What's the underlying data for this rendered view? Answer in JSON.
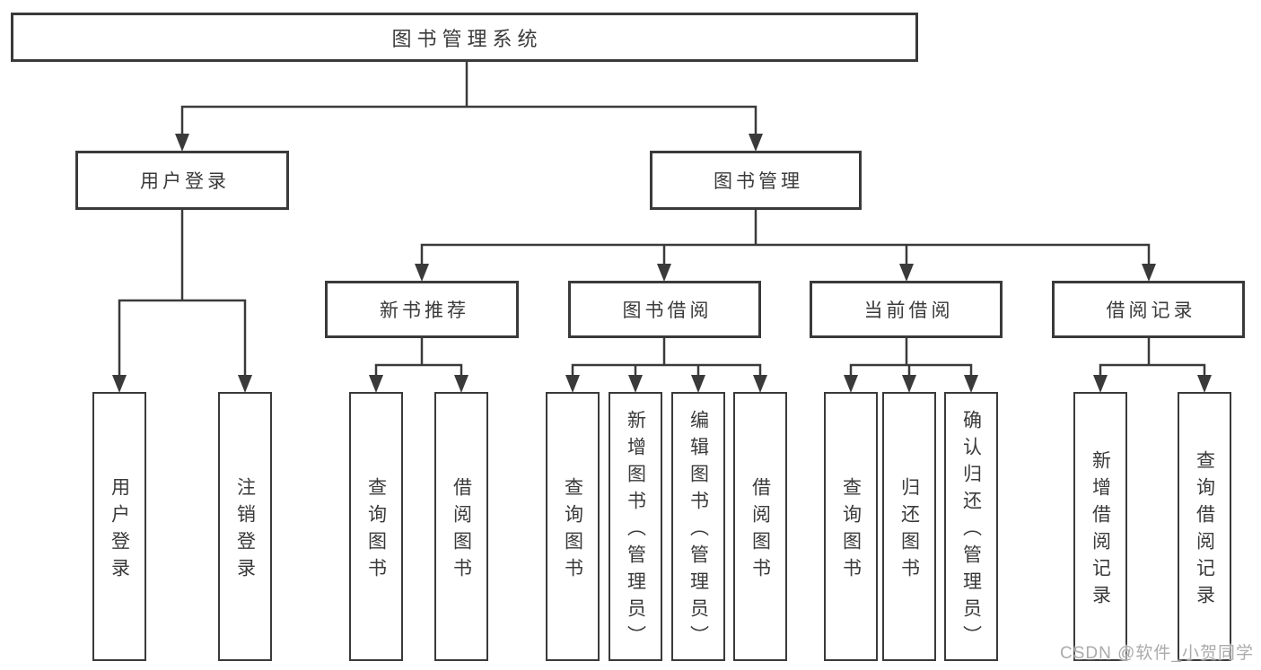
{
  "root": {
    "label": "图书管理系统"
  },
  "level2": [
    {
      "label": "用户登录"
    },
    {
      "label": "图书管理"
    }
  ],
  "level3": [
    {
      "label": "新书推荐"
    },
    {
      "label": "图书借阅"
    },
    {
      "label": "当前借阅"
    },
    {
      "label": "借阅记录"
    }
  ],
  "leaves": {
    "user_login": [
      "用户登录",
      "注销登录"
    ],
    "new_books": [
      "查询图书",
      "借阅图书"
    ],
    "book_borrow": [
      "查询图书",
      "新增图书（管理员）",
      "编辑图书（管理员）",
      "借阅图书"
    ],
    "current_borrow": [
      "查询图书",
      "归还图书",
      "确认归还（管理员）"
    ],
    "borrow_records": [
      "新增借阅记录",
      "查询借阅记录"
    ]
  },
  "watermark": {
    "text": "CSDN @软件_小贺同学"
  },
  "colors": {
    "line": "#3a3a3a",
    "text": "#3a3a3a",
    "box_background": "#ffffff",
    "page_background": "#ffffff",
    "watermark": "#ababab"
  }
}
